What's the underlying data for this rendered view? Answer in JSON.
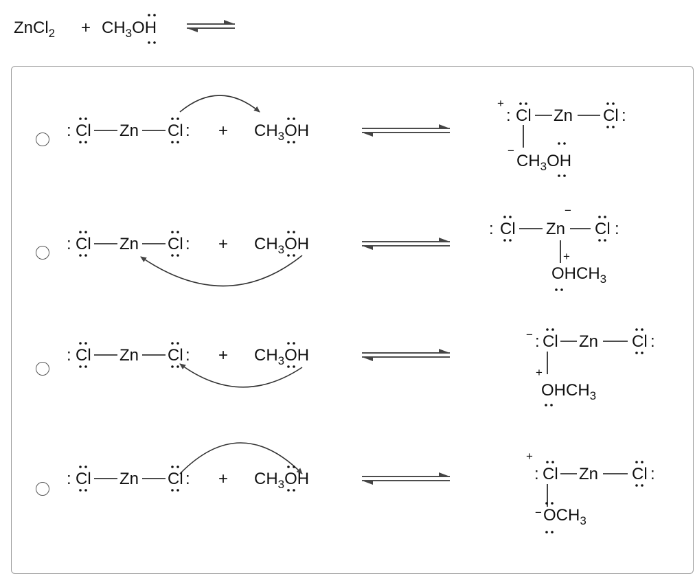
{
  "question": {
    "zncl2": {
      "a": "ZnCl",
      "sub": "2"
    },
    "plus": "+",
    "methanol": {
      "a": "CH",
      "sub": "3",
      "b": "OH"
    }
  },
  "atoms": {
    "cl": "Cl",
    "zn": "Zn",
    "colon": ":",
    "plus": "+",
    "minus": "−"
  },
  "groups": {
    "methanol": {
      "a": "CH",
      "sub": "3",
      "b": "OH"
    },
    "ohch3": {
      "a": "OHCH",
      "sub": "3"
    },
    "och3": {
      "a": "OCH",
      "sub": "3"
    }
  },
  "options": [
    {
      "id": "A",
      "selected": false
    },
    {
      "id": "B",
      "selected": false
    },
    {
      "id": "C",
      "selected": false
    },
    {
      "id": "D",
      "selected": false
    }
  ]
}
